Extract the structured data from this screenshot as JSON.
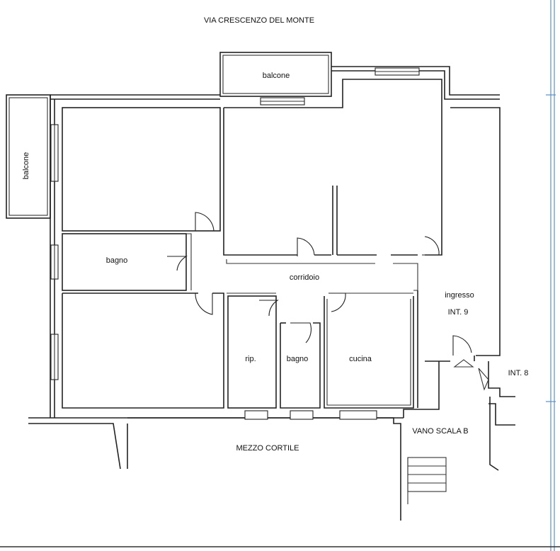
{
  "plan": {
    "street_label": "VIA CRESCENZO DEL MONTE",
    "courtyard_label": "MEZZO CORTILE",
    "stair_label": "VANO SCALA B",
    "rooms": {
      "balcone_top": "balcone",
      "balcone_left": "balcone",
      "bagno_left": "bagno",
      "corridoio": "corridoio",
      "ingresso": "ingresso",
      "int9": "INT. 9",
      "int8": "INT. 8",
      "rip": "rip.",
      "bagno_small": "bagno",
      "cucina": "cucina"
    },
    "colors": {
      "walls": "#222222",
      "margin_line": "#5b8fc7"
    }
  }
}
